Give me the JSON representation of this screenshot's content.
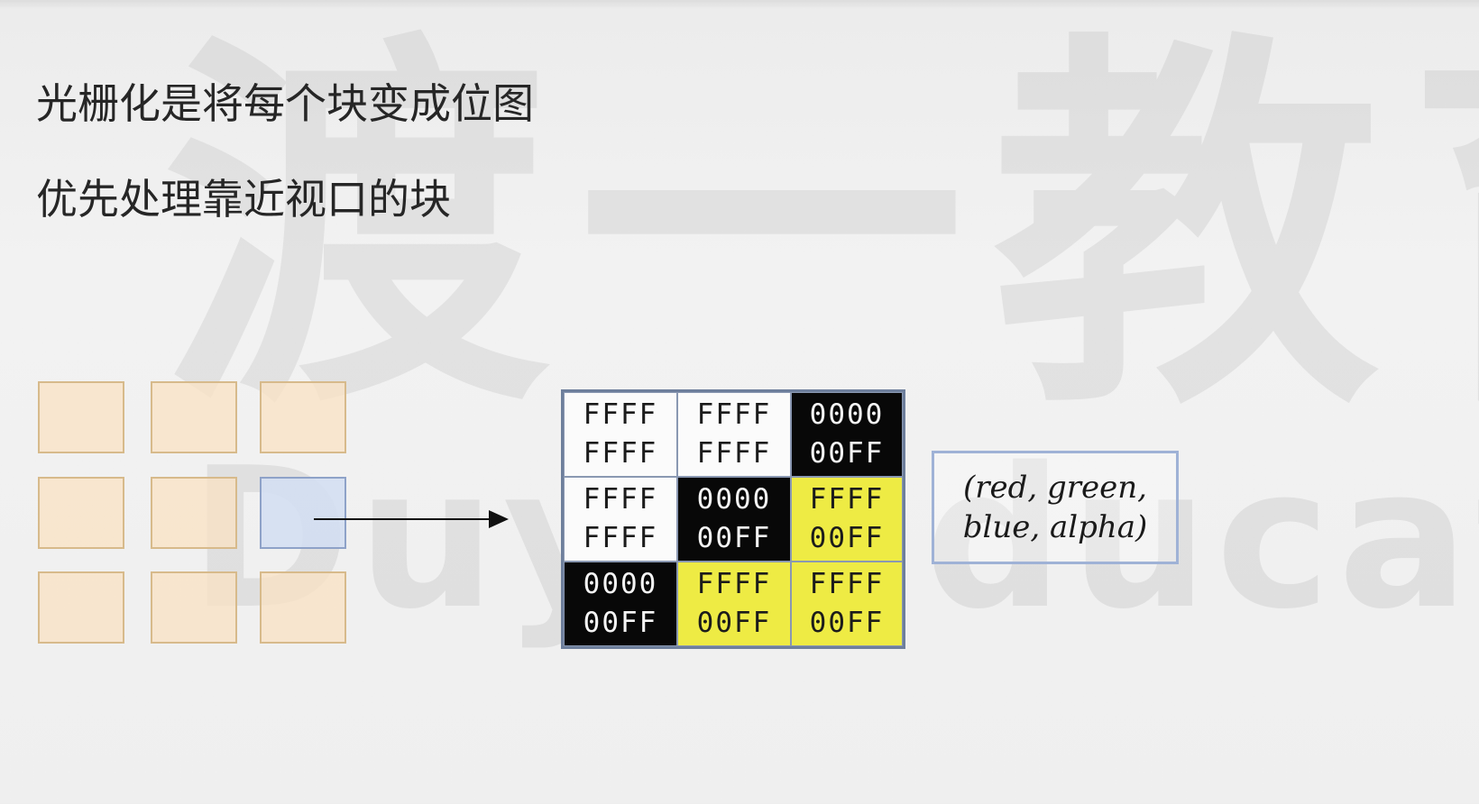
{
  "watermark": {
    "cjk": "渡一教育",
    "latin": "Duyi Education"
  },
  "slide": {
    "line1": "光栅化是将每个块变成位图",
    "line2": "优先处理靠近视口的块"
  },
  "tiles": {
    "rows": 3,
    "cols": 3,
    "selected": {
      "row": 1,
      "col": 2
    },
    "fill_color": "#fae1c3",
    "selected_color": "#d2def2"
  },
  "bitmap": {
    "cells": [
      [
        {
          "top": "FFFF",
          "bottom": "FFFF",
          "color": "white"
        },
        {
          "top": "FFFF",
          "bottom": "FFFF",
          "color": "white"
        },
        {
          "top": "0000",
          "bottom": "00FF",
          "color": "black"
        }
      ],
      [
        {
          "top": "FFFF",
          "bottom": "FFFF",
          "color": "white"
        },
        {
          "top": "0000",
          "bottom": "00FF",
          "color": "black"
        },
        {
          "top": "FFFF",
          "bottom": "00FF",
          "color": "yellow"
        }
      ],
      [
        {
          "top": "0000",
          "bottom": "00FF",
          "color": "black"
        },
        {
          "top": "FFFF",
          "bottom": "00FF",
          "color": "yellow"
        },
        {
          "top": "FFFF",
          "bottom": "00FF",
          "color": "yellow"
        }
      ]
    ]
  },
  "legend": {
    "line1": "(red, green,",
    "line2": "blue, alpha)"
  }
}
